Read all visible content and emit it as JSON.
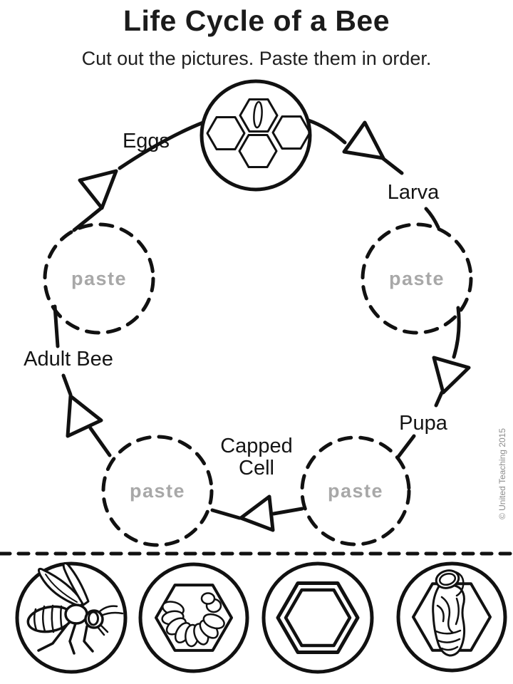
{
  "header": {
    "title": "Life Cycle of a Bee",
    "subtitle": "Cut out the pictures. Paste them in order."
  },
  "cycle": {
    "stages": {
      "eggs": "Eggs",
      "larva": "Larva",
      "pupa": "Pupa",
      "capped_cell": [
        "Capped",
        "Cell"
      ],
      "adult_bee": "Adult Bee"
    },
    "paste_placeholder": "paste",
    "colors": {
      "ink": "#111111",
      "paste_text": "#a8a8a8"
    }
  },
  "cutouts": {
    "pictures": [
      {
        "name": "adult-bee"
      },
      {
        "name": "larva-in-cell"
      },
      {
        "name": "capped-cell"
      },
      {
        "name": "pupa-in-cell"
      }
    ]
  },
  "footer": {
    "copyright": "© United Teaching 2015"
  }
}
